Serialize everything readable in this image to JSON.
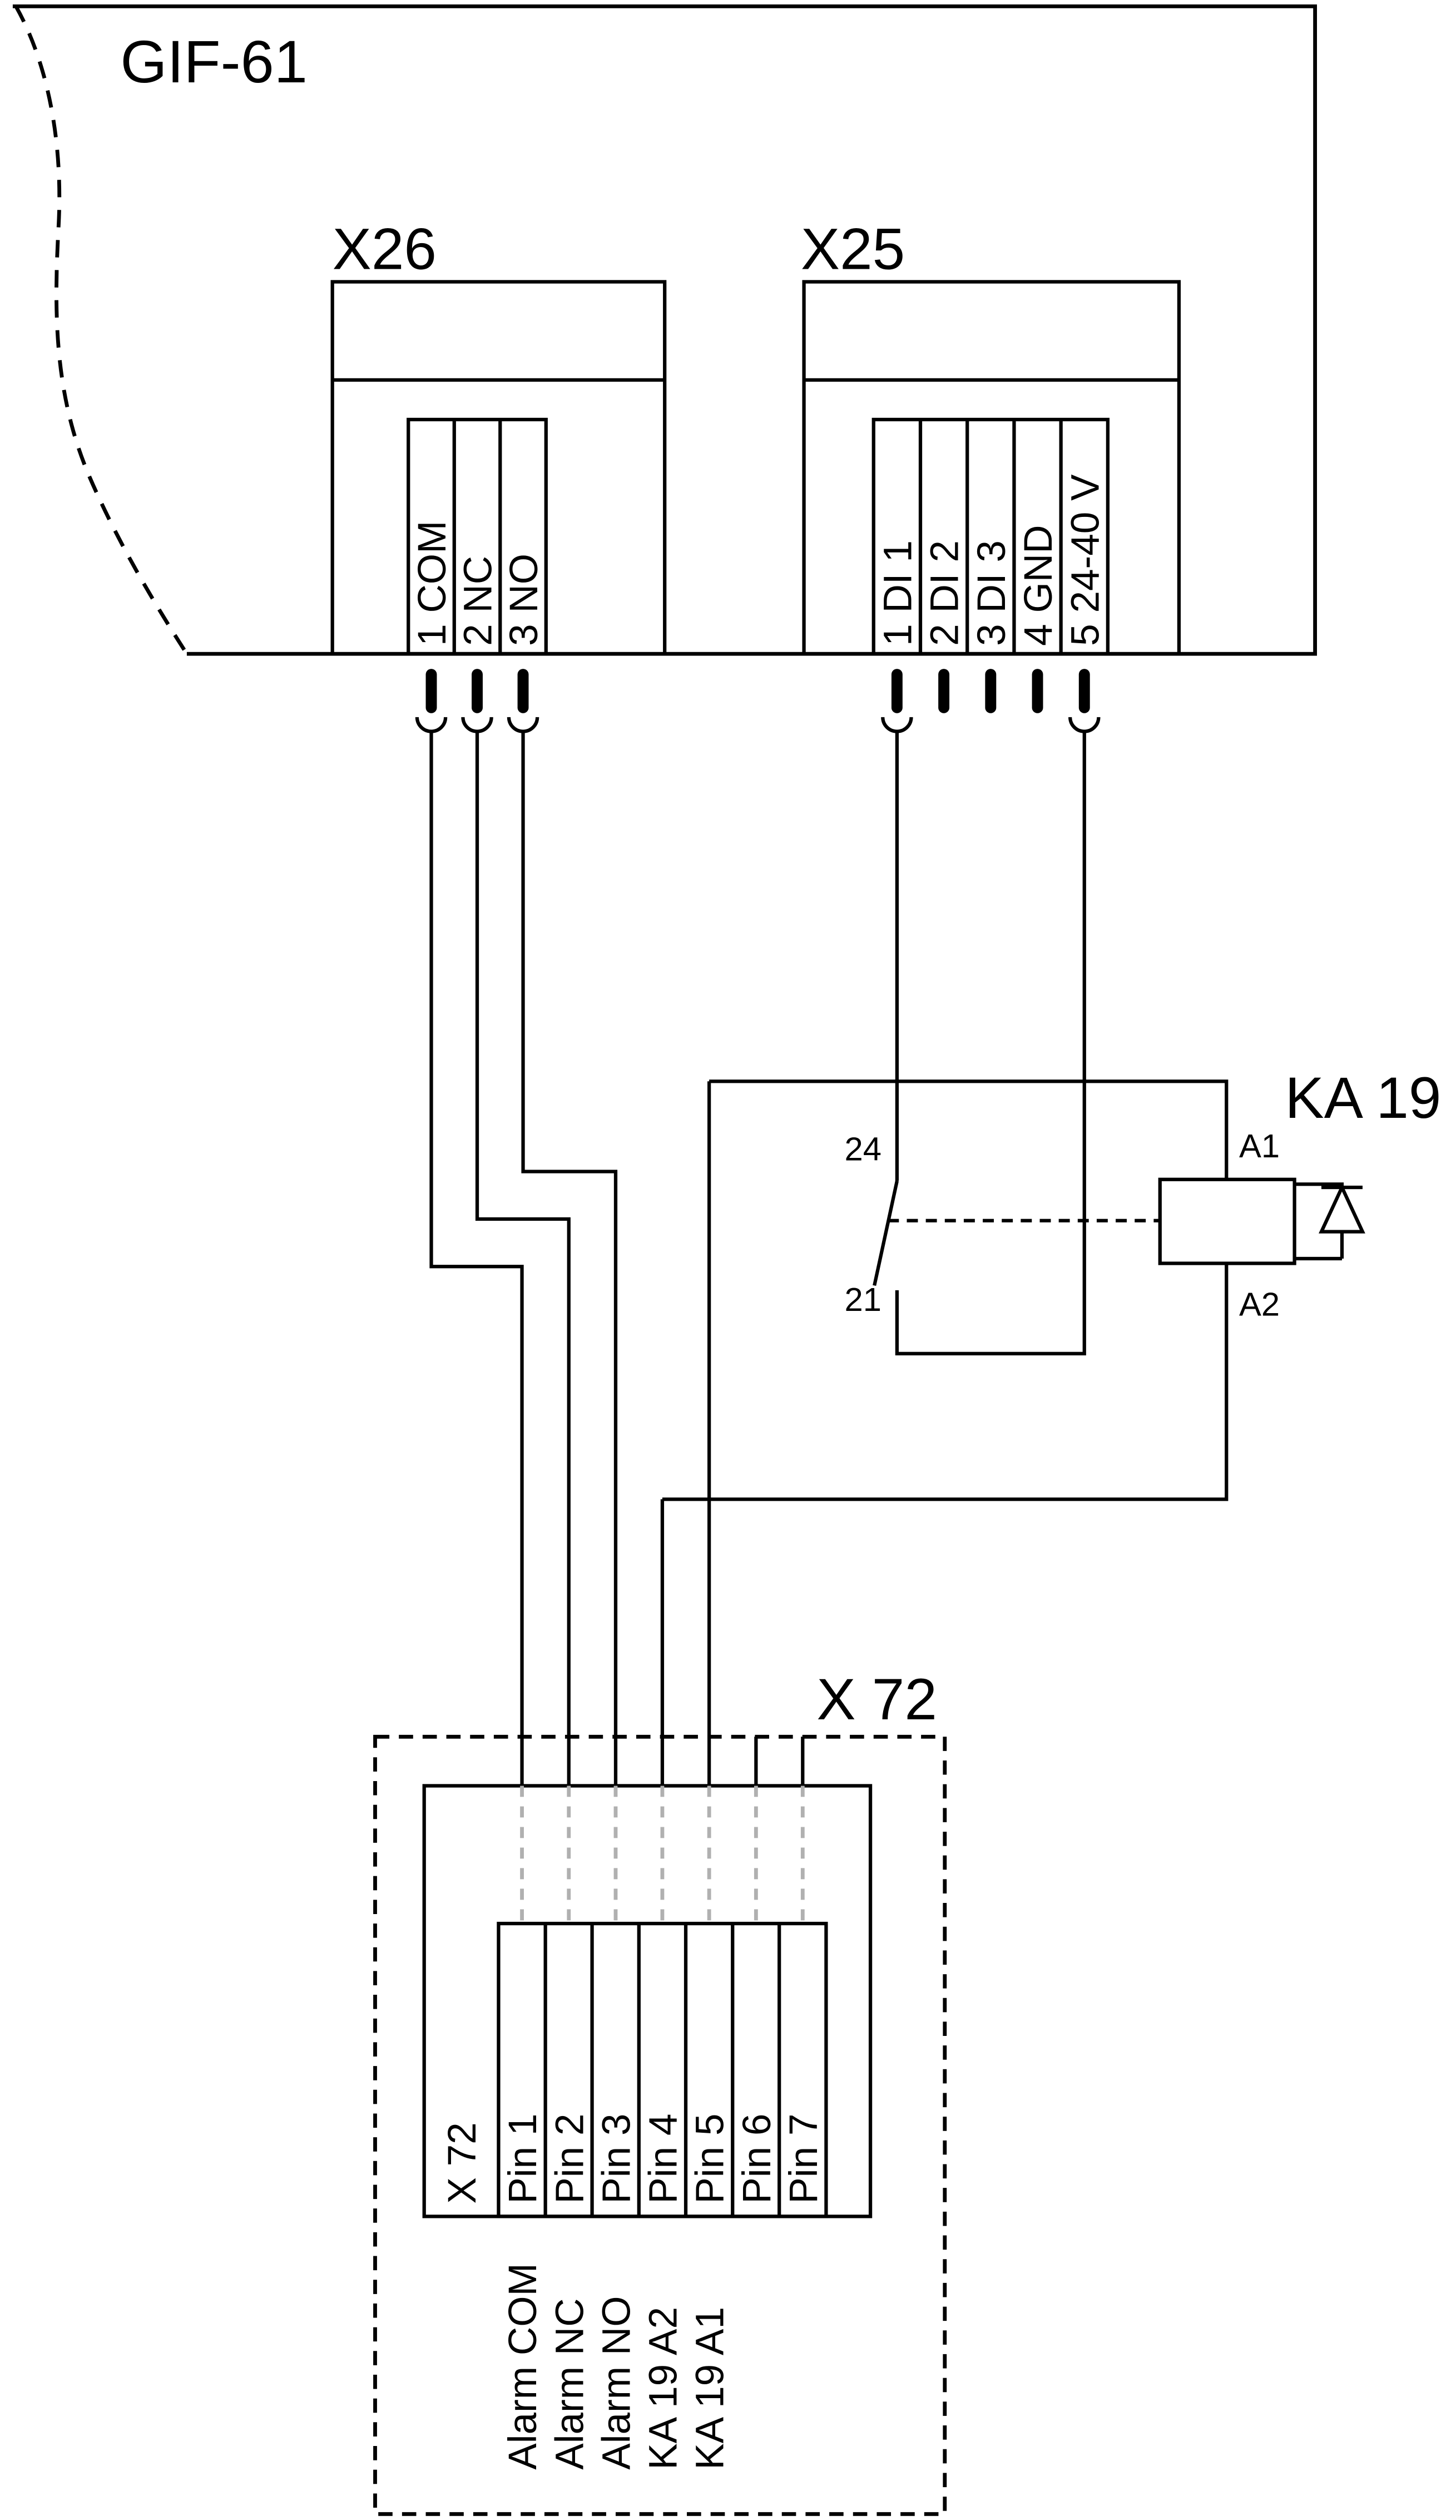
{
  "diagram": {
    "device_label": "GIF-61",
    "x26": {
      "label": "X26",
      "terminals": [
        "1 COM",
        "2 NC",
        "3 NO"
      ]
    },
    "x25": {
      "label": "X25",
      "terminals": [
        "1 DI 1",
        "2 DI 2",
        "3 DI 3",
        "4 GND",
        "5 24-40 V"
      ]
    },
    "relay": {
      "label": "KA 19",
      "contact_top": "24",
      "contact_bottom": "21",
      "coil_top": "A1",
      "coil_bottom": "A2"
    },
    "x72": {
      "title": "X 72",
      "header": "X 72",
      "pins": [
        "Pin 1",
        "Pin 2",
        "Pin 3",
        "Pin 4",
        "Pin 5",
        "Pin 6",
        "Pin 7"
      ],
      "signals": [
        "Alarm COM",
        "Alarm NC",
        "Alarm NO",
        "KA 19 A2",
        "KA 19 A1"
      ]
    },
    "colors": {
      "line": "#000000",
      "background": "#ffffff",
      "internal_link": "#b0b0b0"
    }
  }
}
